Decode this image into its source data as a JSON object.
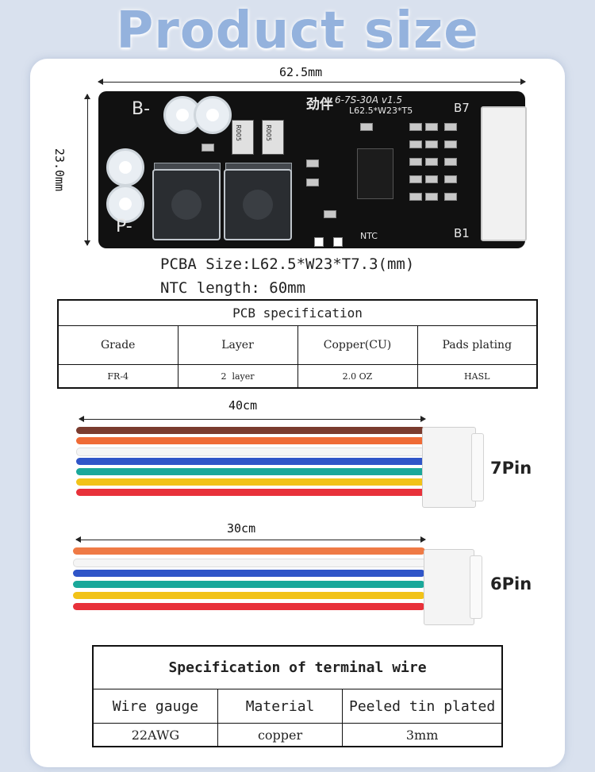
{
  "header": {
    "title": "Product size"
  },
  "board": {
    "length_label": "62.5mm",
    "width_label": "23.0mm",
    "silk": {
      "b_minus": "B-",
      "p_minus": "P-",
      "b7": "B7",
      "b1": "B1",
      "ntc": "NTC",
      "r005": "R005",
      "model": "6-7S-30A v1.5",
      "dims": "L62.5*W23*T5",
      "brand": "劲伴"
    },
    "size_line": "PCBA Size:L62.5*W23*T7.3(mm)",
    "ntc_line": "NTC length: 60mm"
  },
  "pcb_spec": {
    "title": "PCB specification",
    "columns": [
      "Grade",
      "Layer",
      "Copper(CU)",
      "Pads plating"
    ],
    "values": [
      "FR-4",
      "2  layer",
      "2.0 OZ",
      "HASL"
    ]
  },
  "wires": [
    {
      "length_label": "40cm",
      "pin_label": "7Pin"
    },
    {
      "length_label": "30cm",
      "pin_label": "6Pin"
    }
  ],
  "wire_spec": {
    "title": "Specification of terminal wire",
    "columns": [
      "Wire gauge",
      "Material",
      "Peeled tin plated"
    ],
    "values": [
      "22AWG",
      "copper",
      "3mm"
    ]
  },
  "colors": {
    "title": "#94b2dd",
    "background": "#d9e1ee",
    "wire_brown": "#7a3b2e",
    "wire_orange": "#ef6a35",
    "wire_white": "#f5f5f5",
    "wire_blue": "#2f55c8",
    "wire_teal": "#1aa89a",
    "wire_yellow": "#f2c318",
    "wire_red": "#e8313a"
  }
}
